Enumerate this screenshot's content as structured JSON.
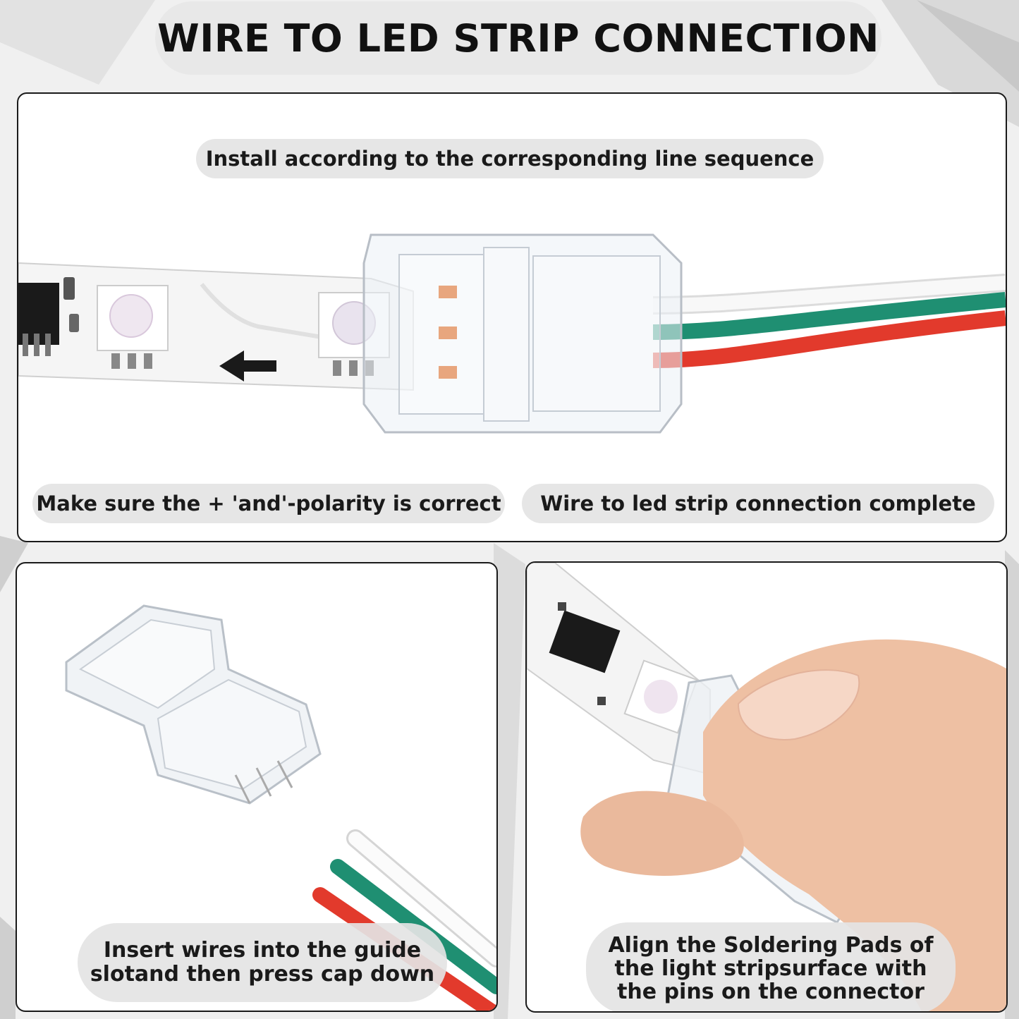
{
  "title": "WIRE TO LED STRIP CONNECTION",
  "top_panel": {
    "caption_top": "Install according to the corresponding line sequence",
    "caption_left": "Make sure the + 'and'-polarity is correct",
    "caption_right": "Wire to led strip connection complete"
  },
  "bottom_left_panel": {
    "caption_line1": "Insert wires into the guide",
    "caption_line2": "slotand then press cap down"
  },
  "bottom_right_panel": {
    "caption_line1": "Align the Soldering Pads of",
    "caption_line2": "the light stripsurface with",
    "caption_line3": "the pins on the connector"
  },
  "colors": {
    "wire_white": "#f7f7f7",
    "wire_green": "#1f8f72",
    "wire_red": "#e23a2c",
    "strip": "#f4f4f4",
    "skin": "#eec0a3"
  }
}
